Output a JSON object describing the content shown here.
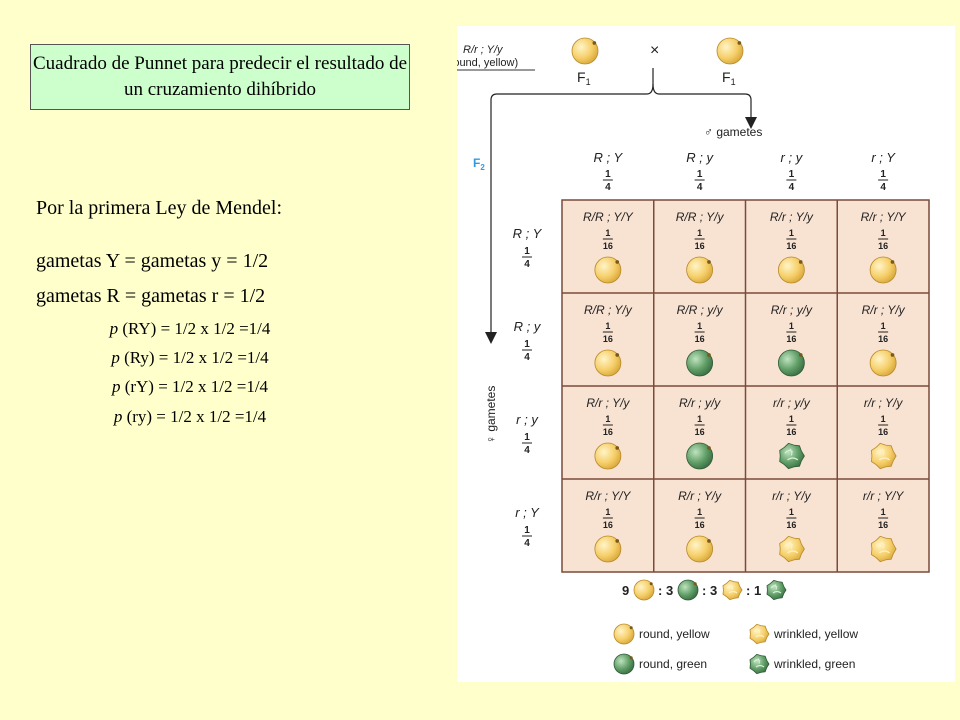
{
  "title": "Cuadrado de Punnet para predecir el resultado de un cruzamiento dihíbrido",
  "law_heading": "Por la primera Ley de Mendel:",
  "gamete_lines": [
    "gametas Y = gametas y = 1/2",
    "gametas R = gametas r = 1/2"
  ],
  "probabilities": [
    {
      "p": "p",
      "rest": " (RY) = 1/2 x 1/2 =1/4"
    },
    {
      "p": "p",
      "rest": " (Ry) = 1/2 x 1/2 =1/4"
    },
    {
      "p": "p",
      "rest": " (rY) = 1/2 x 1/2 =1/4"
    },
    {
      "p": "p",
      "rest": " (ry) = 1/2 x 1/2 =1/4"
    }
  ],
  "diagram": {
    "parent_genotype": "R/r ; Y/y",
    "parent_phenotype": "(round, yellow)",
    "cross_symbol": "×",
    "parent_label": "F",
    "parent_label_sub": "1",
    "f2_label": "F",
    "f2_label_sub": "2",
    "male_label": "♂ gametes",
    "female_label": "♀ gametes",
    "male_gametes": [
      "R ; Y",
      "R ; y",
      "r ; y",
      "r ; Y"
    ],
    "female_gametes": [
      "R ; Y",
      "R ; y",
      "r ; y",
      "r ; Y"
    ],
    "gamete_fraction": {
      "num": "1",
      "den": "4"
    },
    "cell_fraction": {
      "num": "1",
      "den": "16"
    },
    "cells": [
      [
        {
          "g": "R/R ; Y/Y",
          "pea": "round-yellow"
        },
        {
          "g": "R/R ; Y/y",
          "pea": "round-yellow"
        },
        {
          "g": "R/r ; Y/y",
          "pea": "round-yellow"
        },
        {
          "g": "R/r ; Y/Y",
          "pea": "round-yellow"
        }
      ],
      [
        {
          "g": "R/R ; Y/y",
          "pea": "round-yellow"
        },
        {
          "g": "R/R ; y/y",
          "pea": "round-green"
        },
        {
          "g": "R/r ; y/y",
          "pea": "round-green"
        },
        {
          "g": "R/r ; Y/y",
          "pea": "round-yellow"
        }
      ],
      [
        {
          "g": "R/r ; Y/y",
          "pea": "round-yellow"
        },
        {
          "g": "R/r ; y/y",
          "pea": "round-green"
        },
        {
          "g": "r/r ; y/y",
          "pea": "wrinkled-green"
        },
        {
          "g": "r/r ; Y/y",
          "pea": "wrinkled-yellow"
        }
      ],
      [
        {
          "g": "R/r ; Y/Y",
          "pea": "round-yellow"
        },
        {
          "g": "R/r ; Y/y",
          "pea": "round-yellow"
        },
        {
          "g": "r/r ; Y/y",
          "pea": "wrinkled-yellow"
        },
        {
          "g": "r/r ; Y/Y",
          "pea": "wrinkled-yellow"
        }
      ]
    ],
    "ratio": [
      "9",
      ": 3",
      ": 3",
      ": 1"
    ],
    "legend": [
      {
        "label": "round, yellow",
        "pea": "round-yellow"
      },
      {
        "label": "wrinkled, yellow",
        "pea": "wrinkled-yellow"
      },
      {
        "label": "round, green",
        "pea": "round-green"
      },
      {
        "label": "wrinkled, green",
        "pea": "wrinkled-green"
      }
    ],
    "colors": {
      "grid_bg": "#f8e2d2",
      "grid_line": "#7a4a3a",
      "yellow": "#f6cf6a",
      "green": "#5f9d66",
      "accent_blue": "#3399dd"
    }
  }
}
